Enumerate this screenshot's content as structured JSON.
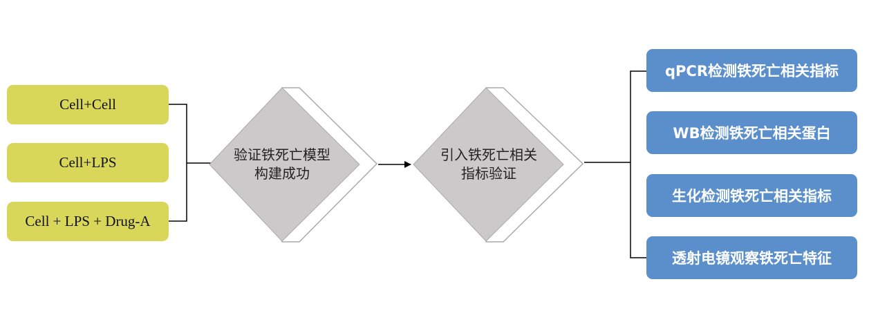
{
  "colors": {
    "input_box": "#d9d75a",
    "step_diamond": "#cbc9c9",
    "step_outline": "#aaaaaa",
    "output_box": "#5b8fcc",
    "connector": "#000000"
  },
  "inputs": [
    {
      "label": "Cell+Cell"
    },
    {
      "label": "Cell+LPS"
    },
    {
      "label": "Cell + LPS + Drug-A"
    }
  ],
  "steps": [
    {
      "line1": "验证铁死亡模型",
      "line2": "构建成功"
    },
    {
      "line1": "引入铁死亡相关",
      "line2": "指标验证"
    }
  ],
  "outputs": [
    {
      "label": "qPCR检测铁死亡相关指标"
    },
    {
      "label": "WB检测铁死亡相关蛋白"
    },
    {
      "label": "生化检测铁死亡相关指标"
    },
    {
      "label": "透射电镜观察铁死亡特征"
    }
  ]
}
